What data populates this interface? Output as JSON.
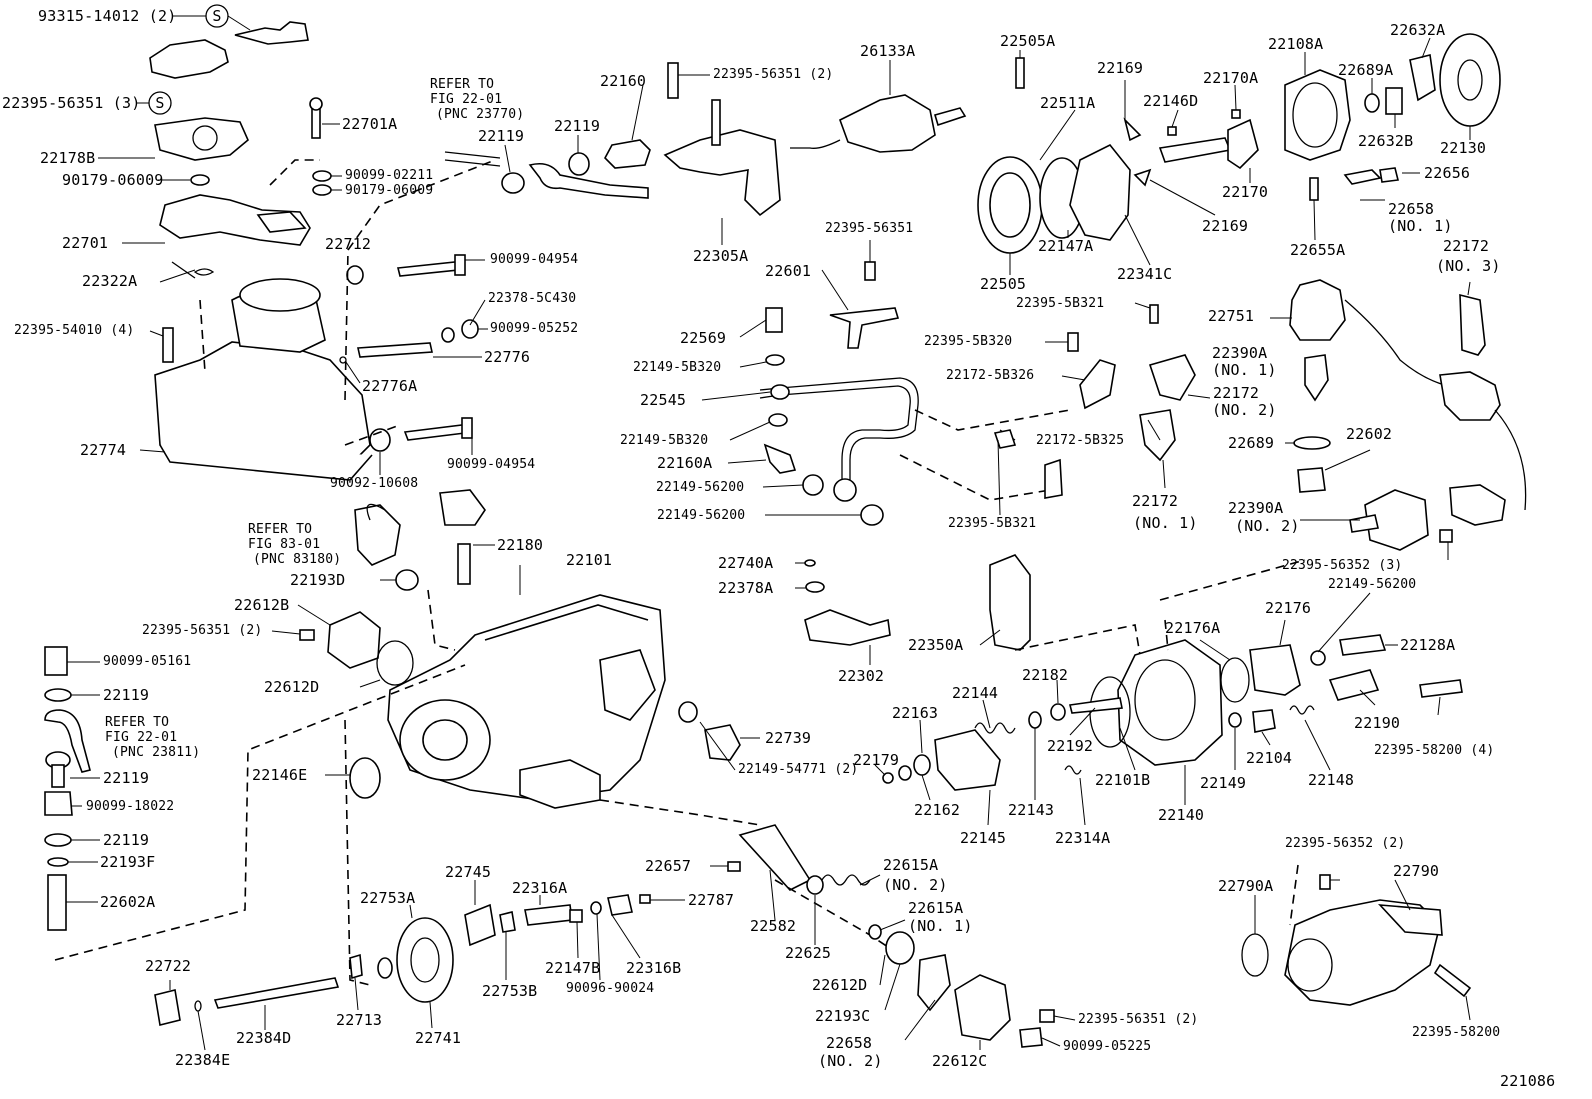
{
  "diagram": {
    "figure_number": "221086",
    "symbol_s": "S",
    "refer": {
      "r1": [
        "REFER TO",
        "FIG 22-01",
        "(PNC 23770)"
      ],
      "r2": [
        "REFER TO",
        "FIG 83-01",
        "(PNC 83180)"
      ],
      "r3": [
        "REFER TO",
        "FIG 22-01",
        "(PNC 23811)"
      ]
    },
    "labels": {
      "l93315": "93315-14012 (2)",
      "l22395_56351_3": "22395-56351 (3)",
      "l22178B": "22178B",
      "l90179_06009a": "90179-06009",
      "l22701": "22701",
      "l22322A": "22322A",
      "l22395_54010": "22395-54010 (4)",
      "l22774": "22774",
      "l22701A": "22701A",
      "l90099_02211": "90099-02211",
      "l90179_06009b": "90179-06009",
      "l22712": "22712",
      "l90099_04954a": "90099-04954",
      "l22378_5C430": "22378-5C430",
      "l90099_05252": "90099-05252",
      "l22776": "22776",
      "l22776A": "22776A",
      "l90099_04954b": "90099-04954",
      "l90092_10608": "90092-10608",
      "l22119a": "22119",
      "l22119b": "22119",
      "l22160": "22160",
      "l22395_56351_2a": "22395-56351 (2)",
      "l26133A": "26133A",
      "l22305A": "22305A",
      "l22395_56351": "22395-56351",
      "l22601": "22601",
      "l22569": "22569",
      "l22149_5B320a": "22149-5B320",
      "l22545": "22545",
      "l22149_5B320b": "22149-5B320",
      "l22160A": "22160A",
      "l22149_56200a": "22149-56200",
      "l22149_56200b": "22149-56200",
      "l22505A": "22505A",
      "l22511A": "22511A",
      "l22169a": "22169",
      "l22146D": "22146D",
      "l22170A": "22170A",
      "l22108A": "22108A",
      "l22689A": "22689A",
      "l22632A": "22632A",
      "l22632B": "22632B",
      "l22130": "22130",
      "l22656": "22656",
      "l22170": "22170",
      "l22169b": "22169",
      "l22147A": "22147A",
      "l22505": "22505",
      "l22341C": "22341C",
      "l22658": "22658",
      "l22658_no1": "(NO. 1)",
      "l22655A": "22655A",
      "l22172_top": "22172",
      "l22172_no3": "(NO. 3)",
      "l22395_5B321a": "22395-5B321",
      "l22751": "22751",
      "l22395_5B320": "22395-5B320",
      "l22390A_1": "22390A",
      "l22390A_no1": "(NO. 1)",
      "l22172_5B326": "22172-5B326",
      "l22172_mid": "22172",
      "l22172_no2": "(NO. 2)",
      "l22172_5B325": "22172-5B325",
      "l22689": "22689",
      "l22602": "22602",
      "l22172_low": "22172",
      "l22172_no1": "(NO. 1)",
      "l22395_5B321b": "22395-5B321",
      "l22390A_2": "22390A",
      "l22390A_no2": "(NO. 2)",
      "l22395_56352_3": "22395-56352 (3)",
      "l22149_56200c": "22149-56200",
      "l22180": "22180",
      "l22193D": "22193D",
      "l22101": "22101",
      "l22612B": "22612B",
      "l22395_56351_2b": "22395-56351 (2)",
      "l22612D_a": "22612D",
      "l90099_05161": "90099-05161",
      "l22119c": "22119",
      "l22119d": "22119",
      "l90099_18022": "90099-18022",
      "l22119e": "22119",
      "l22193F": "22193F",
      "l22602A": "22602A",
      "l22146E": "22146E",
      "l22740A": "22740A",
      "l22378A": "22378A",
      "l22302": "22302",
      "l22350A": "22350A",
      "l22739": "22739",
      "l22149_54771": "22149-54771 (2)",
      "l22176A": "22176A",
      "l22176": "22176",
      "l22128A": "22128A",
      "l22182": "22182",
      "l22144": "22144",
      "l22163": "22163",
      "l22179": "22179",
      "l22192": "22192",
      "l22190": "22190",
      "l22395_58200_4": "22395-58200 (4)",
      "l22162": "22162",
      "l22145": "22145",
      "l22143": "22143",
      "l22314A": "22314A",
      "l22101B": "22101B",
      "l22140": "22140",
      "l22149": "22149",
      "l22104": "22104",
      "l22148": "22148",
      "l22657": "22657",
      "l22615A_2": "22615A",
      "l22615A_no2": "(NO. 2)",
      "l22615A_1": "22615A",
      "l22615A_no1": "(NO. 1)",
      "l22745": "22745",
      "l22316A": "22316A",
      "l22787": "22787",
      "l22753A": "22753A",
      "l22582": "22582",
      "l22625": "22625",
      "l22147B": "22147B",
      "l22316B": "22316B",
      "l22753B": "22753B",
      "l90096_90024": "90096-90024",
      "l22722": "22722",
      "l22713": "22713",
      "l22384D": "22384D",
      "l22741": "22741",
      "l22384E": "22384E",
      "l22612D_b": "22612D",
      "l22193C": "22193C",
      "l22658_2": "22658",
      "l22658_no2": "(NO. 2)",
      "l22612C": "22612C",
      "l22395_56351_2c": "22395-56351 (2)",
      "l90099_05225": "90099-05225",
      "l22395_56352_2": "22395-56352 (2)",
      "l22790": "22790",
      "l22790A": "22790A",
      "l22395_58200": "22395-58200"
    }
  }
}
